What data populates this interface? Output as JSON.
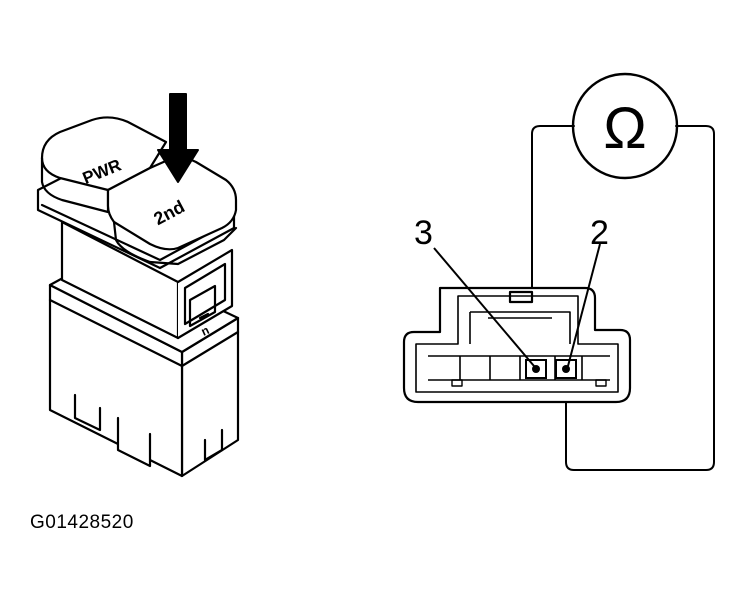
{
  "switch": {
    "pwr_label": "PWR",
    "second_label": "2nd"
  },
  "connector": {
    "pin_a_label": "3",
    "pin_b_label": "2"
  },
  "meter": {
    "symbol": "Ω"
  },
  "figure_id": "G01428520",
  "colors": {
    "line": "#000000",
    "background": "#ffffff"
  }
}
